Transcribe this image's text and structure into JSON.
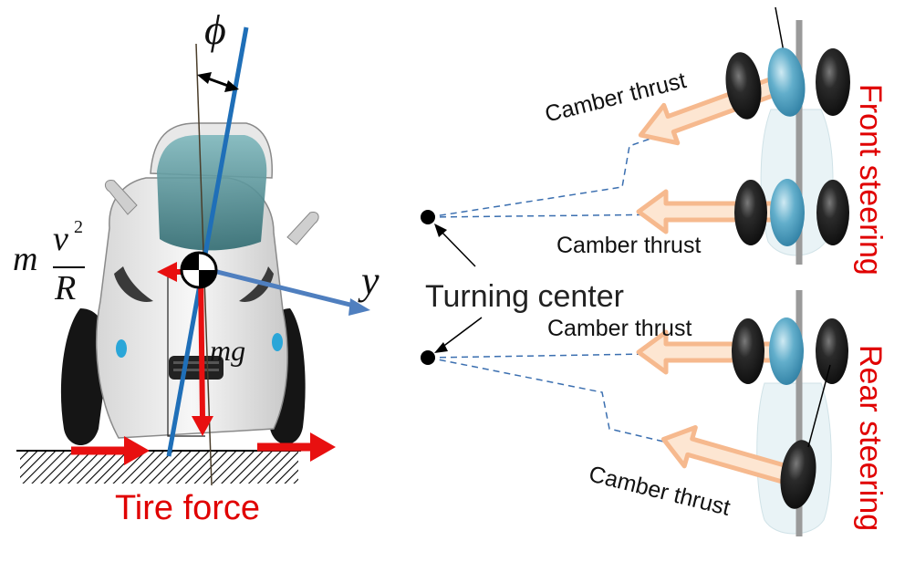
{
  "left_panel": {
    "angle_label": "ϕ",
    "force_m": "m",
    "force_v": "v",
    "force_exp": "2",
    "force_r": "R",
    "axis_label": "y",
    "gravity_label": "mg",
    "tire_force_label": "Tire force"
  },
  "right_panel": {
    "turning_center_label": "Turning center",
    "front": {
      "mode_label": "Front steering",
      "thrust_upper": "Camber thrust",
      "thrust_lower": "Camber thrust"
    },
    "rear": {
      "mode_label": "Rear steering",
      "thrust_upper": "Camber thrust",
      "thrust_lower": "Camber thrust"
    }
  },
  "colors": {
    "axis_blue": "#1f6fb8",
    "force_red": "#e81010",
    "label_red": "#e00000",
    "thrust_arrow": "#f6b98e",
    "path_dash": "#3b6fb0",
    "y_axis": "#4f7fbf",
    "tire_blue": "#5aa6c4",
    "tire_black": "#1c1c1c",
    "pole_gray": "#9a9a9a"
  }
}
